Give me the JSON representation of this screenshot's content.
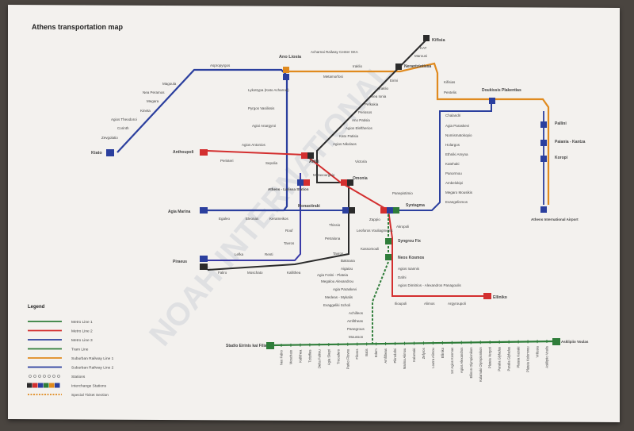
{
  "title": "Athens transportation map",
  "watermark": "NOAH INTERNATIONAL",
  "colors": {
    "metro1": "#2f7d3a",
    "metro2": "#d32f2f",
    "metro3": "#2b3f9e",
    "tram": "#2f7d3a",
    "suburban": "#e08a1e",
    "suburban2": "#2b3f9e"
  },
  "legend": {
    "title": "Legend",
    "items": [
      {
        "label": "Metro Line 1",
        "color": "#2f7d3a"
      },
      {
        "label": "Metro Line 2",
        "color": "#d32f2f"
      },
      {
        "label": "Metro Line 3",
        "color": "#2b3f9e"
      },
      {
        "label": "Tram Line",
        "color": "#2f7d3a"
      },
      {
        "label": "Suburban Railway Line 1",
        "color": "#e08a1e"
      },
      {
        "label": "Suburban Railway Line 2",
        "color": "#2b3f9e"
      },
      {
        "label": "Stations",
        "color": "#888"
      },
      {
        "label": "Interchange Stations",
        "color": "#333"
      },
      {
        "label": "Special Ticket Section",
        "color": "#e08a1e"
      }
    ]
  },
  "stations": {
    "kifisia": "Kifisia",
    "kat": "KAT",
    "marousi": "Marousi",
    "nerantziotissa": "Nerantziotissa",
    "ano_liosia": "Ano Liosia",
    "acharnai": "Acharnai Railway Center SKA",
    "iraklio": "Iraklio",
    "metamorfosi": "Metamorfosi",
    "eirini": "Eirini",
    "kifisias": "Kifisias",
    "pentelis": "Pentelis",
    "doukissis": "Doukissis Plakentias",
    "pallini": "Pallini",
    "paiania": "Paiania - Kantza",
    "koropi": "Koropi",
    "airport": "Athens International Airport",
    "aspropyrgos": "Aspropyrgos",
    "magoula": "Magoula",
    "nea_peramos": "Nea Peramos",
    "megara": "Megara",
    "kineta": "Kineta",
    "agios_theodoroi": "Agios Theodoroi",
    "corinth": "Corinth",
    "zevgolatio": "Zevgolatio",
    "kiato": "Kiato",
    "lykotrypa": "Lykotrypa (Kato Acharnai)",
    "pyrgos_vasilissis": "Pyrgos Vasilissis",
    "agioi_anargyroi": "Agioi Anargyroi",
    "iraklio_m": "Iraklio",
    "nea_ionia": "Nea Ionia",
    "pefkakia": "Pefkakia",
    "perissos": "Perissos",
    "ano_patisia": "Ano Patisia",
    "agios_eleftherios": "Agios Eleftherios",
    "kato_patisia": "Kato Patisia",
    "agios_nikolaos": "Agios Nikolaos",
    "anthoupoli": "Anthoupoli",
    "agios_antonios": "Agios Antonios",
    "peristeri": "Peristeri",
    "sepolia": "Sepolia",
    "attiki": "Attiki",
    "victoria": "Victoria",
    "chalandri": "Chalandri",
    "agia_paraskevi": "Agia Paraskevi",
    "nomismatokopio": "Nomismatokopio",
    "cholargos": "Holargos",
    "ethniki_amyna": "Ethniki Amyna",
    "katehaki": "Katehaki",
    "panormou": "Panormou",
    "ambelokipi": "Ambelokipi",
    "megaro_mousikis": "Megaro Mousikis",
    "evangelismos": "Evangelismos",
    "larissa": "Athens - Larissa Station",
    "metaxourgeio": "Metaxourgeio",
    "omonia": "Omonia",
    "panepistimio": "Panepistimio",
    "syntagma": "Syntagma",
    "agia_marina": "Agia Marina",
    "egaleo": "Egaleo",
    "eleonas": "Eleonas",
    "kerameikos": "Kerameikos",
    "monastiraki": "Monastiraki",
    "thissio": "Thissio",
    "petralona": "Petralona",
    "tavros": "Tavros",
    "kallithea": "Kallithea",
    "moschato": "Moschato",
    "faliro": "Faliro",
    "piraeus": "Piraeus",
    "rouf": "Rouf",
    "lefka": "Lefka",
    "renti": "Renti",
    "tavros2": "Tavros",
    "zappio": "Zappio",
    "akropoli": "Akropoli",
    "leoforos": "Leoforos Vouliagmenis",
    "syngrou_fix": "Syngrou Fix",
    "kassomouli": "Kassomouli",
    "neos_kosmos": "Neos Kosmos",
    "agios_ioannis": "Agios Ioannis",
    "dafni": "Dafni",
    "agios_dimitrios": "Agios Dimitrios - Alexandros Panagoulis",
    "ilioupoli": "Ilioupoli",
    "alimos": "Alimos",
    "argyroupoli": "Argyroupoli",
    "elliniko": "Elliniko",
    "baknana": "Baknana",
    "aigaiou": "Aigaiou",
    "agia_fotini": "Agia Fotini - Plateia",
    "megalou": "Megalou Alexandrou",
    "agia_paraskevi2": "Agia Paraskevi",
    "medeas": "Medeas - Mykalis",
    "evaggeliki": "Evaggeliki Scholi",
    "achilleos": "Achilleos",
    "amfitheas": "Amfitheas",
    "panegrous": "Panegrous",
    "mousson": "Mousson",
    "stadio": "Stadio Eirinis kai Filias",
    "asklipiio": "Asklipiio Voulas"
  },
  "tram_stops": [
    "Neo Faliro",
    "Moschato",
    "Kallithea",
    "Tzitzifies",
    "Delta Falirou",
    "Agia Skepi",
    "Trocadero",
    "Parko Flisvou",
    "Flisvos",
    "Batis",
    "Edem",
    "Amfitheas",
    "Pikrodafni",
    "Marina Alimou",
    "Kalamaki",
    "Zefyros",
    "Loutra Alimou",
    "Elliniko",
    "1st Agios Kosmas",
    "Agios Alexandros",
    "Ellinon Olympionikon",
    "Kalamaki Olympionikon",
    "Plateia Vergoti",
    "Paralia Glyfadas",
    "Paralia Glyfadas",
    "Plateia Katraki",
    "Plateia Kolomvou",
    "Vrilissia",
    "Asklipiio Voulis"
  ]
}
